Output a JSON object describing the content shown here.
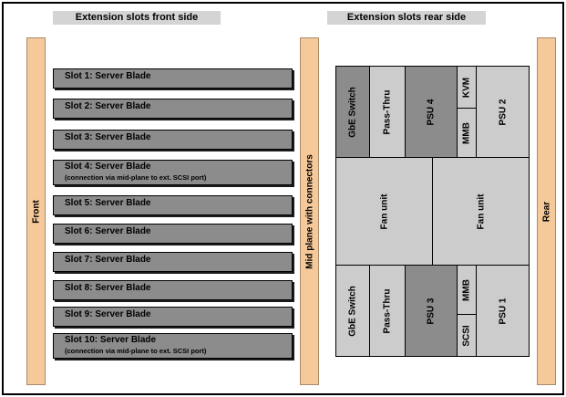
{
  "headers": {
    "front": "Extension slots front side",
    "rear": "Extension slots rear side"
  },
  "bars": {
    "front": "Front",
    "midplane": "Mid plane with connectors",
    "rear": "Rear"
  },
  "slots": [
    {
      "title": "Slot 1: Server Blade",
      "note": ""
    },
    {
      "title": "Slot 2: Server Blade",
      "note": ""
    },
    {
      "title": "Slot 3: Server Blade",
      "note": ""
    },
    {
      "title": "Slot 4: Server Blade",
      "note": "(connection via mid-plane to ext. SCSI port)"
    },
    {
      "title": "Slot 5: Server Blade",
      "note": ""
    },
    {
      "title": "Slot 6: Server Blade",
      "note": ""
    },
    {
      "title": "Slot 7: Server Blade",
      "note": ""
    },
    {
      "title": "Slot 8: Server Blade",
      "note": ""
    },
    {
      "title": "Slot 9: Server Blade",
      "note": ""
    },
    {
      "title": "Slot 10: Server Blade",
      "note": "(connection via mid-plane to ext. SCSI port)"
    }
  ],
  "rear": {
    "top": {
      "gbe_switch": "GbE Switch",
      "pass_thru": "Pass-Thru",
      "psu": "PSU 4",
      "kvm": "KVM",
      "mmb": "MMB",
      "psu_right": "PSU 2"
    },
    "middle": {
      "fan_left": "Fan unit",
      "fan_right": "Fan unit"
    },
    "bottom": {
      "gbe_switch": "GbE Switch",
      "pass_thru": "Pass-Thru",
      "psu": "PSU 3",
      "mmb": "MMB",
      "scsi": "SCSI",
      "psu_right": "PSU 1"
    }
  }
}
